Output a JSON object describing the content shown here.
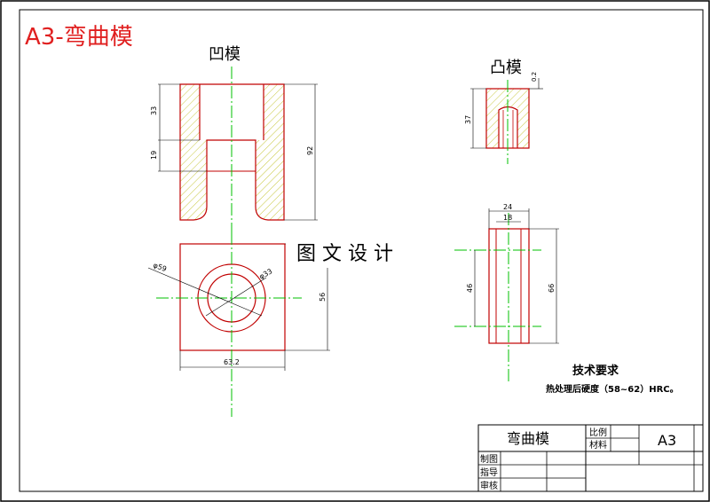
{
  "sheet_title": "A3-弯曲模",
  "views": {
    "die_label": "凹模",
    "punch_label": "凸模"
  },
  "watermark": "图 文 设 计",
  "dimensions": {
    "die_top_section": "33",
    "die_mid_section": "19",
    "die_total_height": "92",
    "die_outer_dia": "φ59",
    "die_inner_dia": "φ33",
    "die_plan_height": "56",
    "die_plan_width": "63.2",
    "punch_top_small": "0.2",
    "punch_height": "37",
    "punch_top_width": "24",
    "punch_inner_width": "18",
    "punch_mid_height": "46",
    "punch_total_height": "66"
  },
  "tech_requirements": {
    "title": "技术要求",
    "note": "热处理后硬度（58~62）HRC。"
  },
  "title_block": {
    "part_name": "弯曲模",
    "scale_label": "比例",
    "material_label": "材料",
    "sheet_size": "A3",
    "row_drawn": "制图",
    "row_guided": "指导",
    "row_checked": "审核"
  },
  "colors": {
    "outline": "#c00000",
    "centerline": "#00c000",
    "dimension": "#000000",
    "hatch": "#c8c840",
    "title_red": "#e02020"
  }
}
